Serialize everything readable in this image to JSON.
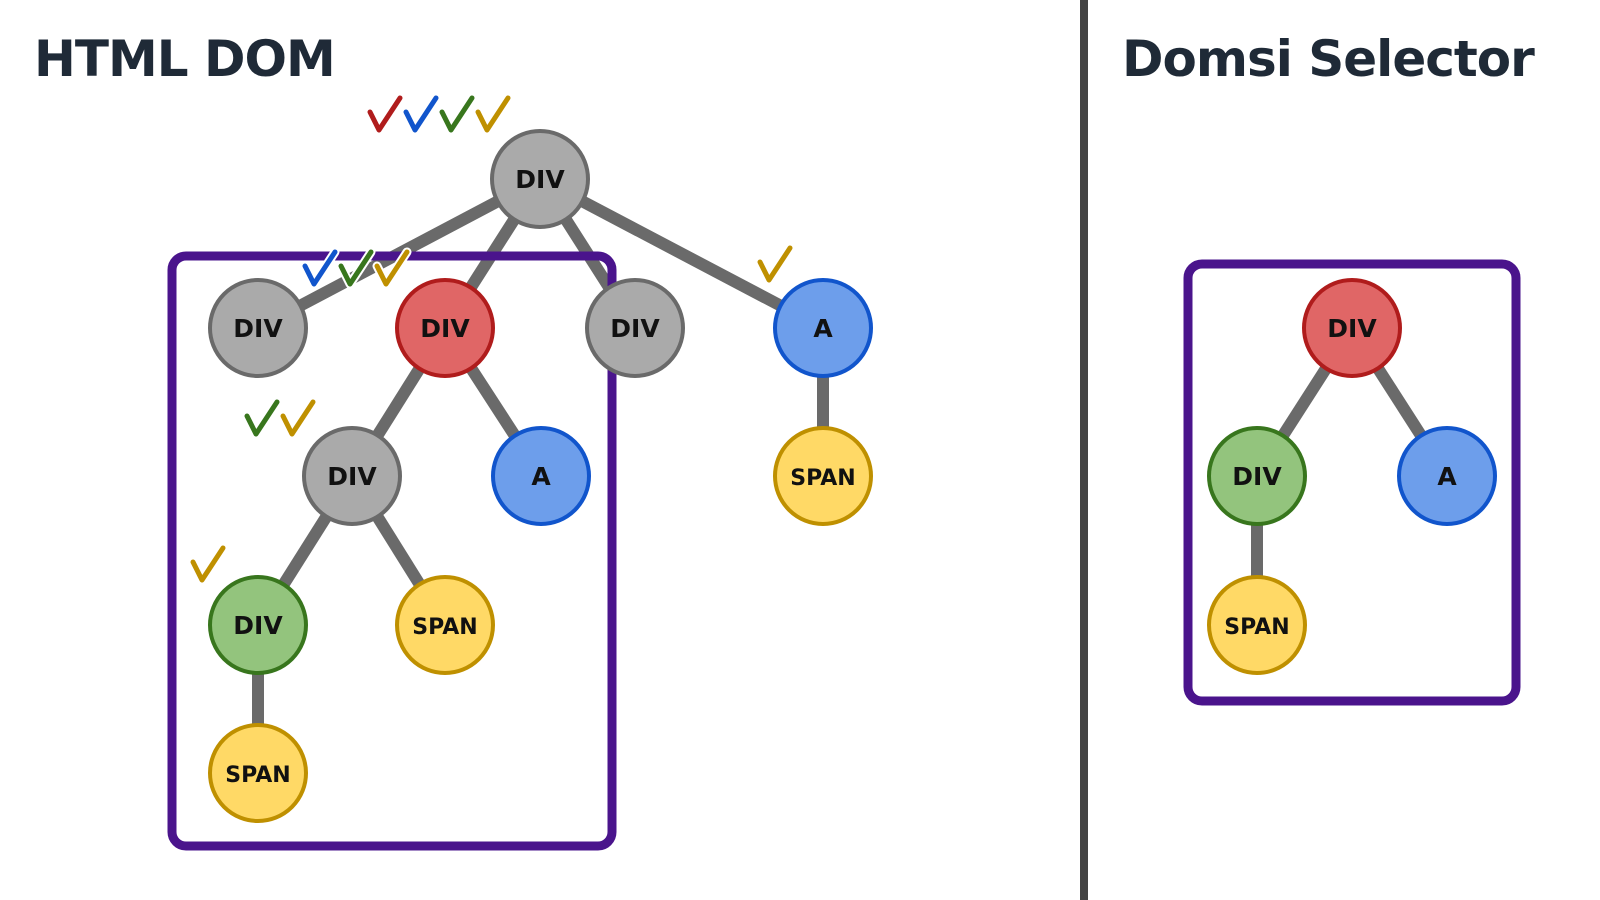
{
  "left_title": "HTML DOM",
  "right_title": "Domsi Selector",
  "colors": {
    "gray": {
      "fill": "#aaaaaa",
      "stroke": "#6a6a6a"
    },
    "red": {
      "fill": "#e06666",
      "stroke": "#b01c1c"
    },
    "blue": {
      "fill": "#6d9eeb",
      "stroke": "#1155cc"
    },
    "green": {
      "fill": "#93c47d",
      "stroke": "#38761d"
    },
    "yellow": {
      "fill": "#ffd966",
      "stroke": "#bf9000"
    },
    "edge": "#6a6a6a",
    "box": "#4a148c"
  },
  "dom_tree": {
    "nodes": [
      {
        "id": "root",
        "label": "DIV",
        "color": "gray"
      },
      {
        "id": "div1",
        "label": "DIV",
        "color": "gray"
      },
      {
        "id": "div2",
        "label": "DIV",
        "color": "red"
      },
      {
        "id": "div3",
        "label": "DIV",
        "color": "gray"
      },
      {
        "id": "a1",
        "label": "A",
        "color": "blue"
      },
      {
        "id": "div2a",
        "label": "DIV",
        "color": "gray"
      },
      {
        "id": "a2",
        "label": "A",
        "color": "blue"
      },
      {
        "id": "span_a1",
        "label": "SPAN",
        "color": "yellow"
      },
      {
        "id": "div_green",
        "label": "DIV",
        "color": "green"
      },
      {
        "id": "span2",
        "label": "SPAN",
        "color": "yellow"
      },
      {
        "id": "span3",
        "label": "SPAN",
        "color": "yellow"
      }
    ],
    "edges": [
      [
        "root",
        "div1"
      ],
      [
        "root",
        "div2"
      ],
      [
        "root",
        "div3"
      ],
      [
        "root",
        "a1"
      ],
      [
        "div2",
        "div2a"
      ],
      [
        "div2",
        "a2"
      ],
      [
        "a1",
        "span_a1"
      ],
      [
        "div2a",
        "div_green"
      ],
      [
        "div2a",
        "span2"
      ],
      [
        "div_green",
        "span3"
      ]
    ],
    "checkmarks": [
      {
        "node": "root",
        "colors": [
          "red",
          "blue",
          "green",
          "yellow"
        ]
      },
      {
        "node": "div2",
        "colors": [
          "blue",
          "green",
          "yellow"
        ]
      },
      {
        "node": "a1",
        "colors": [
          "yellow"
        ]
      },
      {
        "node": "div2a",
        "colors": [
          "green",
          "yellow"
        ]
      },
      {
        "node": "div_green",
        "colors": [
          "yellow"
        ]
      }
    ]
  },
  "selector_tree": {
    "nodes": [
      {
        "id": "s_div",
        "label": "DIV",
        "color": "red"
      },
      {
        "id": "s_gdiv",
        "label": "DIV",
        "color": "green"
      },
      {
        "id": "s_a",
        "label": "A",
        "color": "blue"
      },
      {
        "id": "s_span",
        "label": "SPAN",
        "color": "yellow"
      }
    ],
    "edges": [
      [
        "s_div",
        "s_gdiv"
      ],
      [
        "s_div",
        "s_a"
      ],
      [
        "s_gdiv",
        "s_span"
      ]
    ]
  }
}
